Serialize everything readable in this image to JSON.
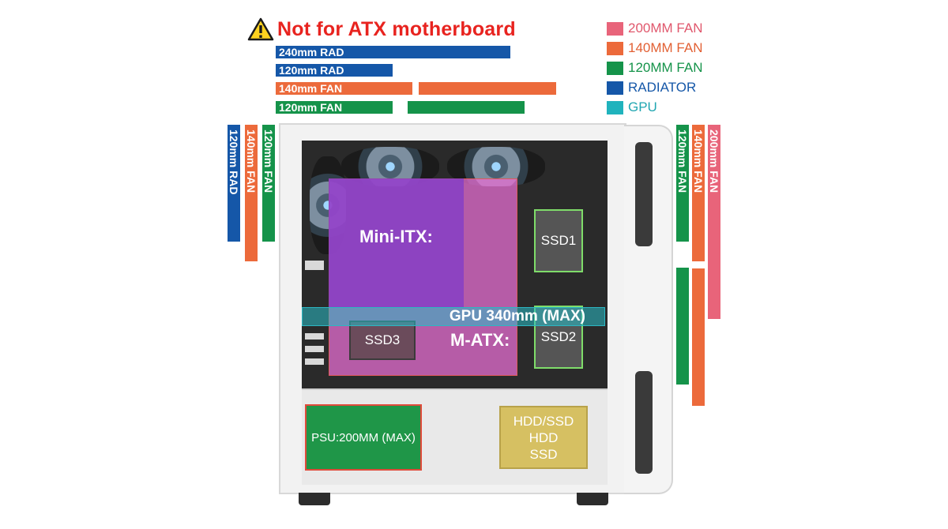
{
  "warning": {
    "text": "Not for ATX motherboard",
    "icon": "warning-triangle-icon"
  },
  "top_bars": [
    {
      "label": "240mm RAD",
      "color": "#1557a8"
    },
    {
      "label": "120mm RAD",
      "color": "#1557a8"
    },
    {
      "label": "140mm FAN",
      "color": "#ec6a3b"
    },
    {
      "label": "120mm FAN",
      "color": "#15934a"
    }
  ],
  "legend": [
    {
      "label": "200MM FAN",
      "color": "#e8647a",
      "text_color": "#e0576c"
    },
    {
      "label": "140MM FAN",
      "color": "#ec6a3b",
      "text_color": "#e26034"
    },
    {
      "label": "120MM FAN",
      "color": "#15934a",
      "text_color": "#15934a"
    },
    {
      "label": "RADIATOR",
      "color": "#1557a8",
      "text_color": "#1557a8"
    },
    {
      "label": "GPU",
      "color": "#20b3bd",
      "text_color": "#20a6b1"
    }
  ],
  "left_bars": [
    {
      "label": "120mm RAD",
      "color": "#1557a8"
    },
    {
      "label": "140mm FAN",
      "color": "#ec6a3b"
    },
    {
      "label": "120mm FAN",
      "color": "#15934a"
    }
  ],
  "right_bars": [
    {
      "label": "120mm FAN",
      "color": "#15934a"
    },
    {
      "label": "140mm FAN",
      "color": "#ec6a3b"
    },
    {
      "label": "200mm FAN",
      "color": "#e8647a"
    }
  ],
  "case": {
    "mini_itx": "Mini-ITX:",
    "m_atx": "M-ATX:",
    "gpu": "GPU 340mm  (MAX)",
    "ssd1": "SSD1",
    "ssd2": "SSD2",
    "ssd3": "SSD3",
    "psu": "PSU:200MM (MAX)",
    "hdd_lines": [
      "HDD/SSD",
      "HDD",
      "SSD"
    ]
  }
}
